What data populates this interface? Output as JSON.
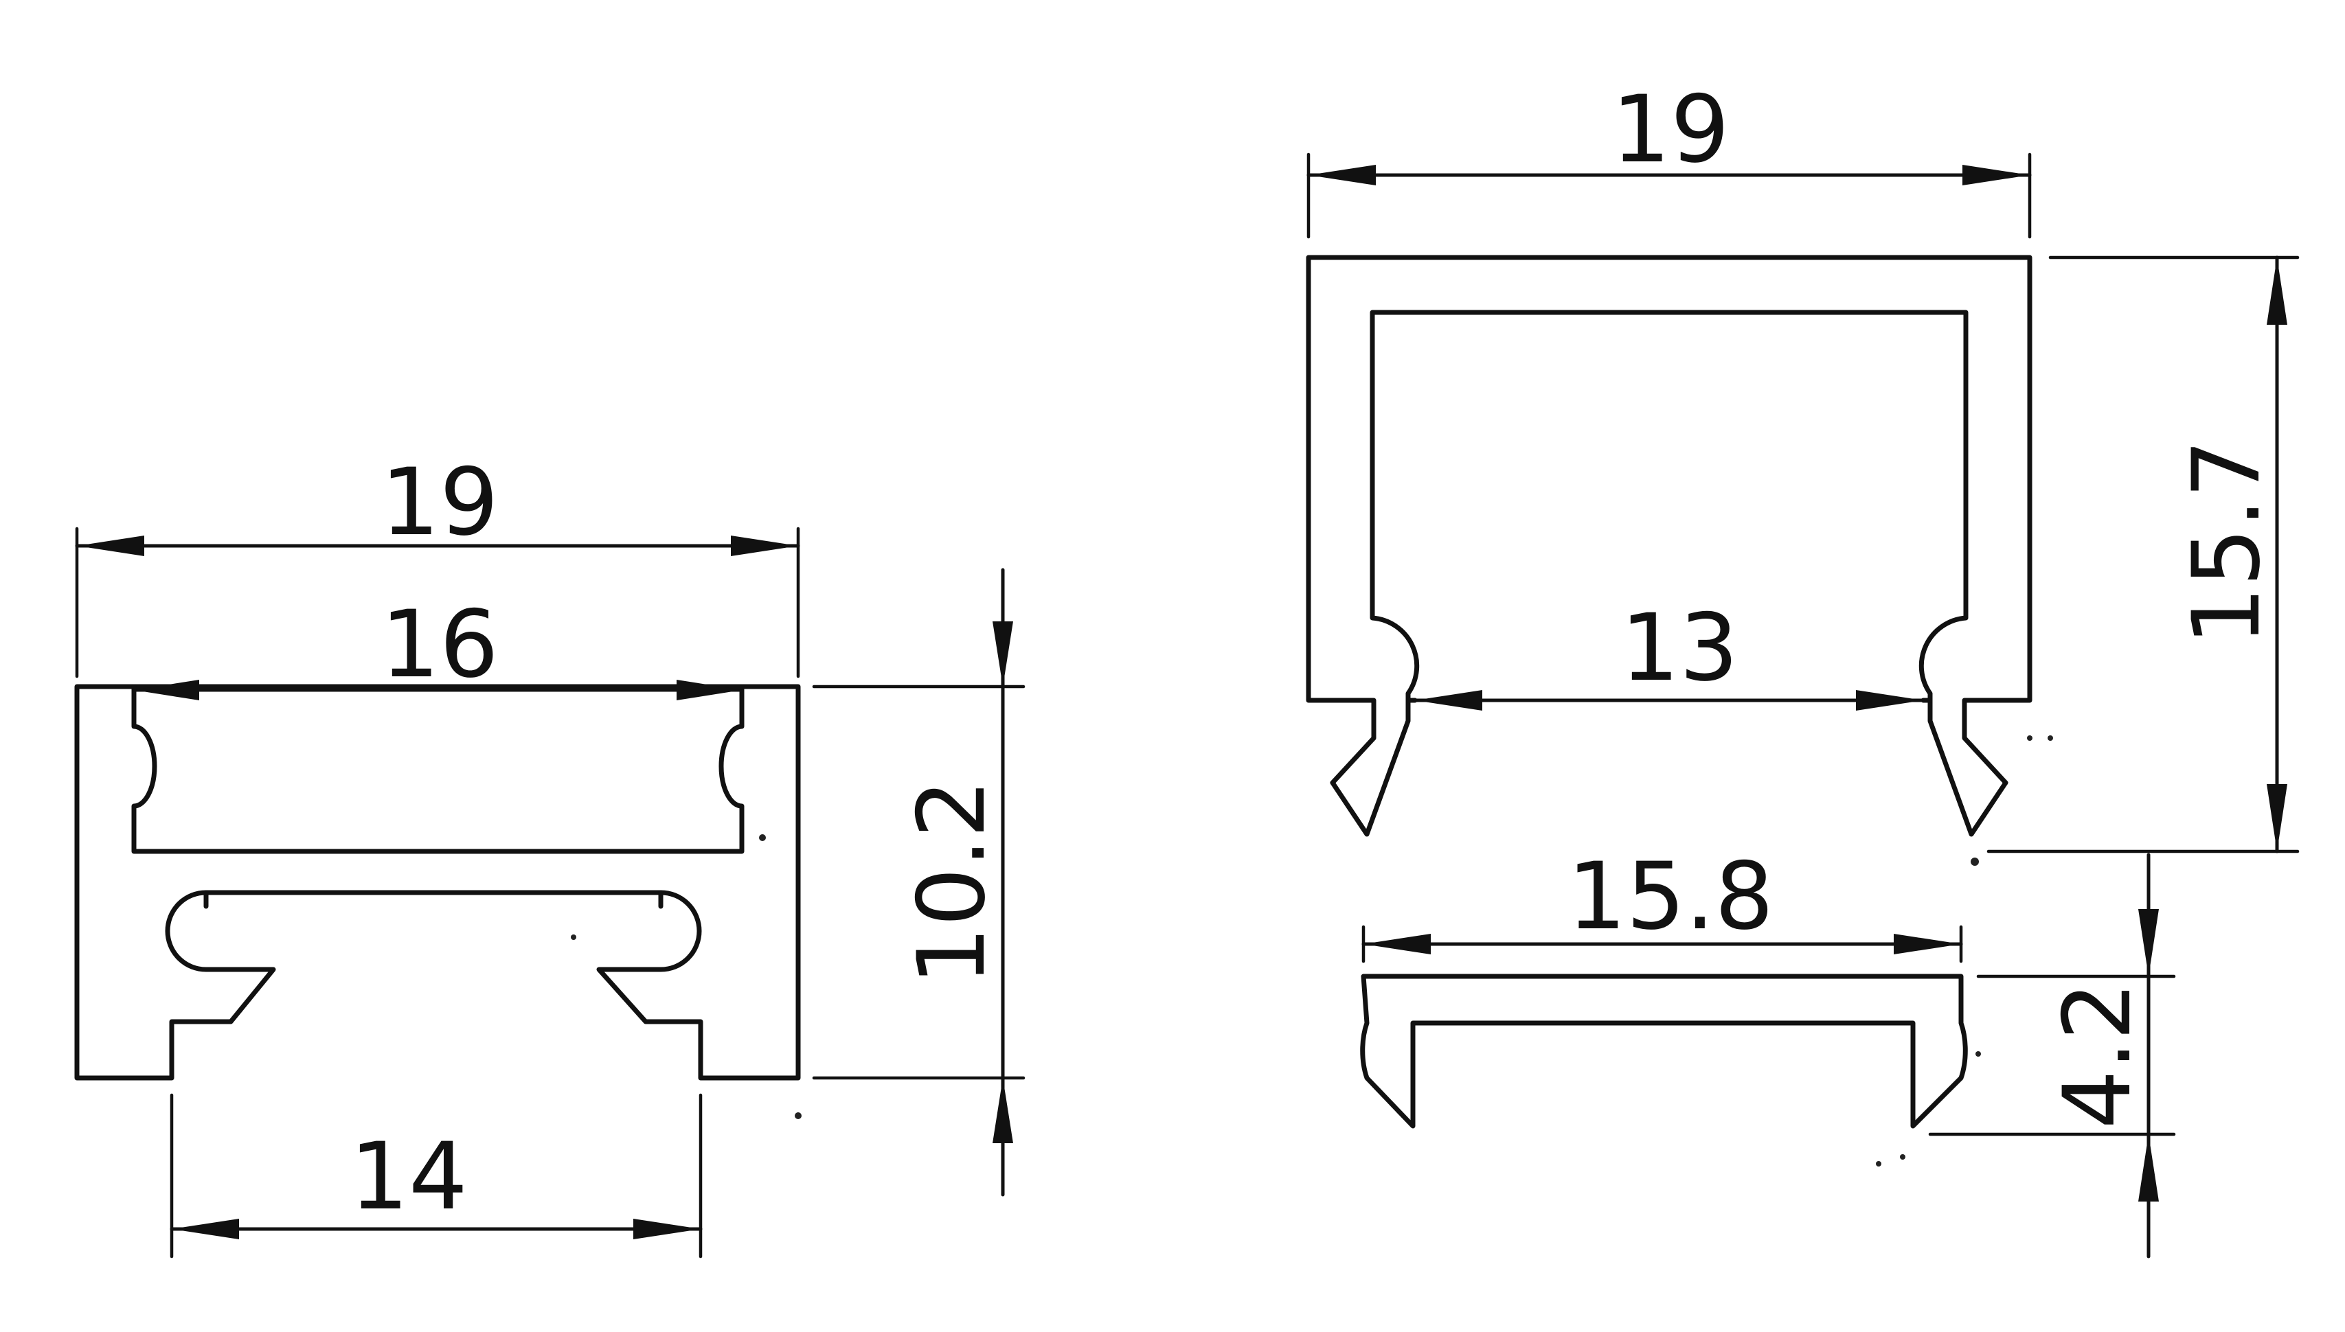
{
  "colors": {
    "ink": "#111111",
    "background": "#ffffff"
  },
  "profile_left": {
    "overall_width": "19",
    "inner_width": "16",
    "bottom_opening": "14",
    "height": "10.2"
  },
  "profile_right": {
    "overall_width": "19",
    "opening_width": "13",
    "height": "15.7"
  },
  "cover_strip": {
    "width": "15.8",
    "height": "4.2"
  }
}
